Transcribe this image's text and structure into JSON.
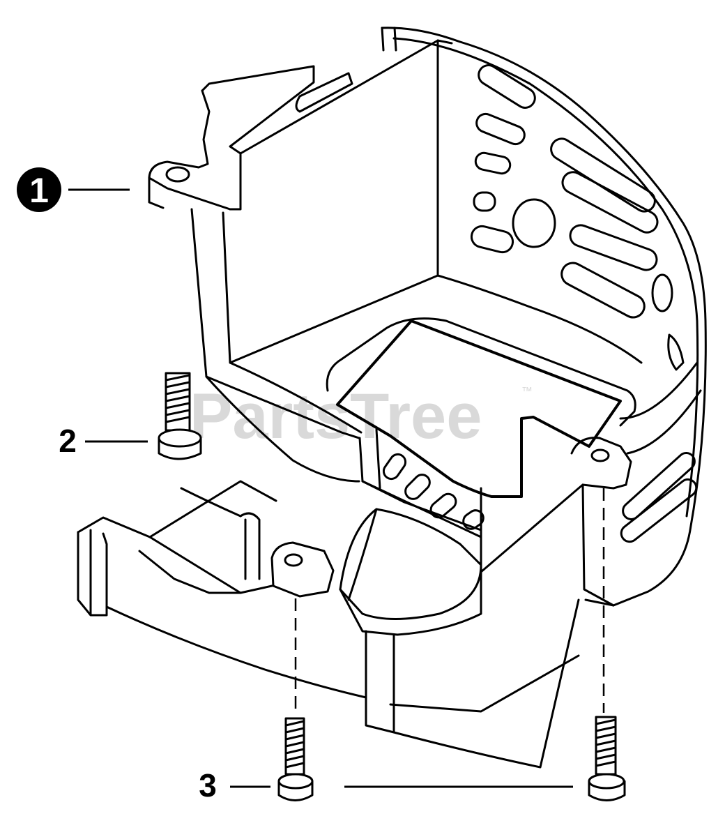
{
  "watermark": {
    "text": "PartsTree",
    "trademark": "™",
    "color": "#d9d9d9"
  },
  "callouts": [
    {
      "label": "1",
      "style": "filled-circle"
    },
    {
      "label": "2",
      "style": "plain"
    },
    {
      "label": "3",
      "style": "plain"
    }
  ],
  "colors": {
    "line": "#000000",
    "background": "#ffffff"
  }
}
